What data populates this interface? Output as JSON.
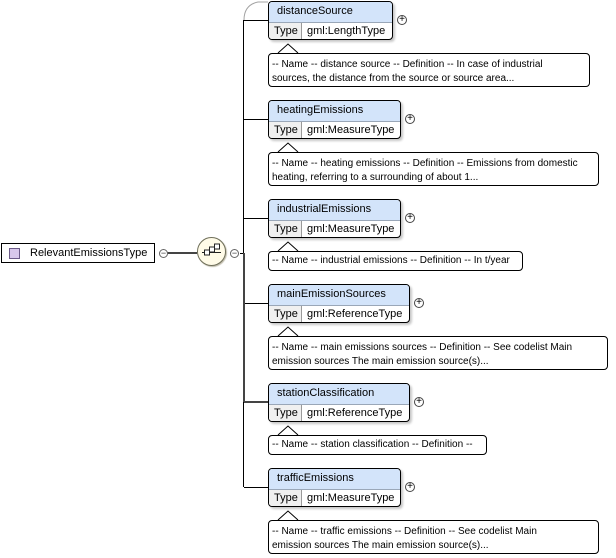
{
  "root": {
    "name": "RelevantEmissionsType"
  },
  "type_key": "Type",
  "icons": {
    "root": "attribute-type-icon",
    "model_group": "sequence-compositor-icon",
    "collapse": "minus-circle-icon",
    "expand": "plus-circle-icon"
  },
  "elements": [
    {
      "name": "distanceSource",
      "type": "gml:LengthType",
      "doc_lines": [
        "-- Name -- distance source -- Definition -- In case of industrial",
        "sources, the distance from the source or source area..."
      ]
    },
    {
      "name": "heatingEmissions",
      "type": "gml:MeasureType",
      "doc_lines": [
        "-- Name -- heating emissions -- Definition -- Emissions from domestic",
        "heating, referring to a surrounding of about 1..."
      ]
    },
    {
      "name": "industrialEmissions",
      "type": "gml:MeasureType",
      "doc_lines": [
        "-- Name -- industrial emissions -- Definition -- In t/year"
      ]
    },
    {
      "name": "mainEmissionSources",
      "type": "gml:ReferenceType",
      "doc_lines": [
        "-- Name -- main emissions sources -- Definition -- See codelist Main",
        "emission sources The main emission source(s)..."
      ]
    },
    {
      "name": "stationClassification",
      "type": "gml:ReferenceType",
      "doc_lines": [
        "-- Name -- station classification -- Definition --"
      ]
    },
    {
      "name": "trafficEmissions",
      "type": "gml:MeasureType",
      "doc_lines": [
        "-- Name -- traffic emissions -- Definition -- See codelist Main",
        "emission sources The main emission source(s)..."
      ]
    }
  ]
}
